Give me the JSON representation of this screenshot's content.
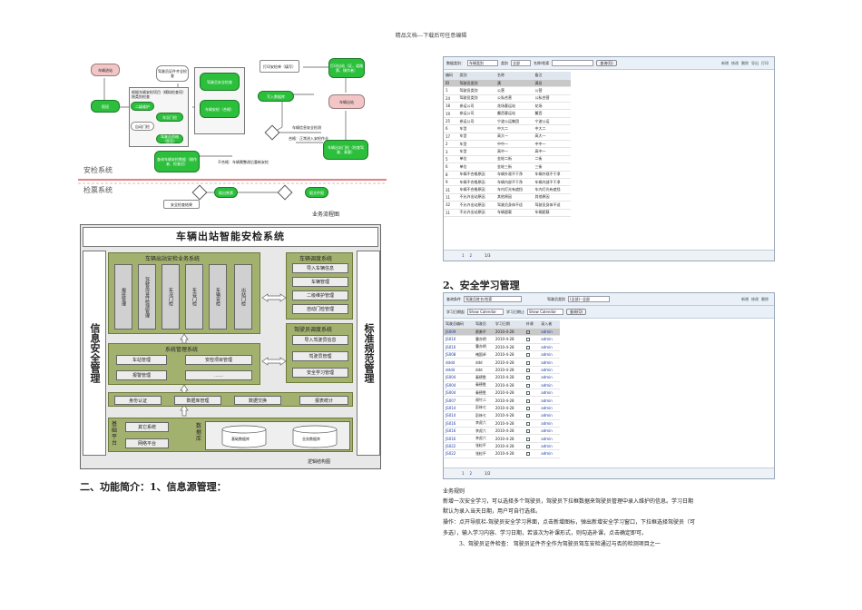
{
  "header": "精品文档---下载后可任意编辑",
  "flow": {
    "nodes": {
      "car_enter": "车辆进站",
      "report": "报班",
      "driver_cert": "驾驶员证件齐全检查",
      "checks_box": "根据车辆安检项目（模拟检查项）按类别检查",
      "level2": "二级维护",
      "sec_door": "车况门检",
      "driver_check": "驾驶员资格（是否）",
      "auto_door": "自动门检",
      "pass_car": "驾驶员安全检查",
      "safety_check": "车辆安检（合格）",
      "write_report": "写入数据库",
      "issue": "打印安检单（填写）",
      "print_guide": "打印出站（证，道路票、操作者）",
      "car_out": "车辆出站",
      "gate_check": "车辆出站门检（检查驾驶、乘客）",
      "query": "查询车辆安检数据（操作者、检查员）",
      "ticket_out": "报出售票",
      "ticket_pass": "报文件报",
      "ticket_from": "安全检查结果"
    },
    "labels": {
      "safety_system": "安检系统",
      "ticket_system": "检票系统",
      "business_flow": "业务流程图",
      "note1": "车辆信息安全检测",
      "note2": "合格：正常进入安检作业",
      "note3": "不合格：车辆需整改后重新安检"
    }
  },
  "arch": {
    "title": "车辆出站智能安检系统",
    "left_side": "信息安全管理",
    "right_side": "标准规范管理",
    "business_group": "车辆出站安检业务系统",
    "business_cols": [
      "报班管理",
      "驾驶员证件检测管理",
      "车况门检",
      "车容门检",
      "车辆安检",
      "出站门检"
    ],
    "dispatch_group": "车辆调度系统",
    "dispatch_items": [
      "导入车辆信息",
      "车辆管理",
      "二级维护管理",
      "自动门检管理"
    ],
    "driver_group": "驾驶员调度系统",
    "driver_items": [
      "导入驾驶员信息",
      "驾驶员管理",
      "安全学习管理"
    ],
    "sysmgmt_group": "系统管理系统",
    "sysmgmt_items": [
      "车站管理",
      "安检项目管理",
      "报警管理",
      "……"
    ],
    "service_items": [
      "身份认证",
      "数据库管理",
      "数据交换",
      "报表统计"
    ],
    "base_group": "基础平台",
    "base_items": [
      "其它系统",
      "网络平台"
    ],
    "db_label": "数据库",
    "db_items": [
      "基础数据库",
      "业务数据库"
    ],
    "caption": "逻辑结构图"
  },
  "headings": {
    "func_intro": "二、功能简介：1、信息源管理：",
    "safety_study": "2、安全学习管理"
  },
  "grid1": {
    "toolbar": {
      "type_label": "数据类别：",
      "type_value": "车辆类别",
      "category_label": "类别",
      "category_value": "全部",
      "name_label": "名称/检索",
      "query_btn": "查询(Q)",
      "actions": [
        "新增",
        "修改",
        "删除",
        "导出",
        "打印"
      ]
    },
    "columns": [
      "编码",
      "类别",
      "名称",
      "备注"
    ],
    "rows": [
      [
        "ID",
        "驾驶员类别",
        "满",
        "满员"
      ],
      [
        "1",
        "驾驶员类别",
        "公营",
        "公营"
      ],
      [
        "24",
        "驾驶员类别",
        "公私合营",
        "公私合营"
      ],
      [
        "18",
        "参运公司",
        "花场客运站",
        "花场"
      ],
      [
        "19",
        "参运公司",
        "鳌西客运站",
        "鳌西"
      ],
      [
        "25",
        "参运公司",
        "宁波公运集团",
        "宁波公运"
      ],
      [
        "6",
        "车型",
        "中大二",
        "中大二"
      ],
      [
        "17",
        "车型",
        "高大一",
        "高大一"
      ],
      [
        "2",
        "车型",
        "中中一",
        "中中一"
      ],
      [
        "3",
        "车型",
        "高中一",
        "高中一"
      ],
      [
        "5",
        "单位",
        "金轮二街",
        "二街"
      ],
      [
        "6",
        "单位",
        "金轮三街",
        "三街"
      ],
      [
        "8",
        "车辆不合格原因",
        "车辆外观不干净",
        "车辆外观不干净"
      ],
      [
        "9",
        "车辆不合格原因",
        "车辆内部不干净",
        "车辆内部不干净"
      ],
      [
        "31",
        "车辆不合格原因",
        "车内灯光有遮挡",
        "车内灯光有遮挡"
      ],
      [
        "11",
        "不允许出站原因",
        "其他原因",
        "其他原因"
      ],
      [
        "32",
        "不允许出站原因",
        "驾驶员身体不适",
        "驾驶员身体不适"
      ],
      [
        "11",
        "不允许出站原因",
        "车辆超载",
        "车辆超载"
      ]
    ],
    "pager": [
      "1",
      "2",
      "1/3"
    ]
  },
  "grid2": {
    "toolbar": {
      "driver_label": "查询条件",
      "driver_placeholder": "驾驶员姓名/检索",
      "type_label": "驾驶员类别",
      "type_value": "(全部)--全部",
      "start_label": "学习日期起",
      "start_value": "Show Calendar",
      "end_label": "学习日期止",
      "end_value": "Show Calendar",
      "query_btn": "查询(Q)",
      "actions": [
        "新增",
        "修改",
        "删除"
      ]
    },
    "columns": [
      "驾驶员编码",
      "驾驶员",
      "学习日期",
      "补课",
      "录入者"
    ],
    "rows": [
      [
        "JS009",
        "蔡勇平",
        "2010-4-28",
        "",
        "admin"
      ],
      [
        "JS010",
        "曹亦明",
        "2010-4-28",
        "",
        "admin"
      ],
      [
        "JS010",
        "曹亦明",
        "2010-4-28",
        "",
        "admin"
      ],
      [
        "JS008",
        "褚国卓",
        "2010-4-28",
        "",
        "admin"
      ],
      [
        "dddd",
        "ddd",
        "2010-4-28",
        "",
        "admin"
      ],
      [
        "dddd",
        "ddd",
        "2010-4-28",
        "",
        "admin"
      ],
      [
        "JS004",
        "秦德胜",
        "2010-4-28",
        "",
        "admin"
      ],
      [
        "JS004",
        "秦德胜",
        "2010-4-28",
        "",
        "admin"
      ],
      [
        "JS004",
        "秦德胜",
        "2010-4-28",
        "",
        "admin"
      ],
      [
        "JS007",
        "周竹二",
        "2010-4-28",
        "",
        "admin"
      ],
      [
        "JS014",
        "彭林七",
        "2010-4-28",
        "",
        "admin"
      ],
      [
        "JS014",
        "彭林七",
        "2010-4-28",
        "",
        "admin"
      ],
      [
        "JS016",
        "李虎六",
        "2010-4-28",
        "",
        "admin"
      ],
      [
        "JS016",
        "李虎六",
        "2010-4-28",
        "",
        "admin"
      ],
      [
        "JS016",
        "李虎六",
        "2010-4-28",
        "",
        "admin"
      ],
      [
        "JS022",
        "张松平",
        "2010-4-28",
        "",
        "admin"
      ],
      [
        "JS022",
        "张松平",
        "2010-4-28",
        "",
        "admin"
      ]
    ],
    "pager": [
      "1",
      "2",
      "1/2"
    ]
  },
  "text": {
    "rules_title": "业务规则",
    "rules_line1": "新增一次安全学习，可以选择多个驾驶员，驾驶员下拉框数据来驾驶员管理中录入维护的信息。学习日期",
    "rules_line2": "默认为录入当天日期，用户可自行选择。",
    "ops_line1": "操作：点开导航栏-驾驶员安全学习界面，点击新增图标，弹出新增安全学习窗口，下拉框选择驾驶员（可",
    "ops_line2": "多选），输入学习内容、学习日期，若该次为补课形式，则勾选补课，点击确定即可。",
    "check_line": "3、驾驶员证件检查：  驾驶员证件齐全作为驾驶员驾车安检通过与否的检测项目之一"
  }
}
